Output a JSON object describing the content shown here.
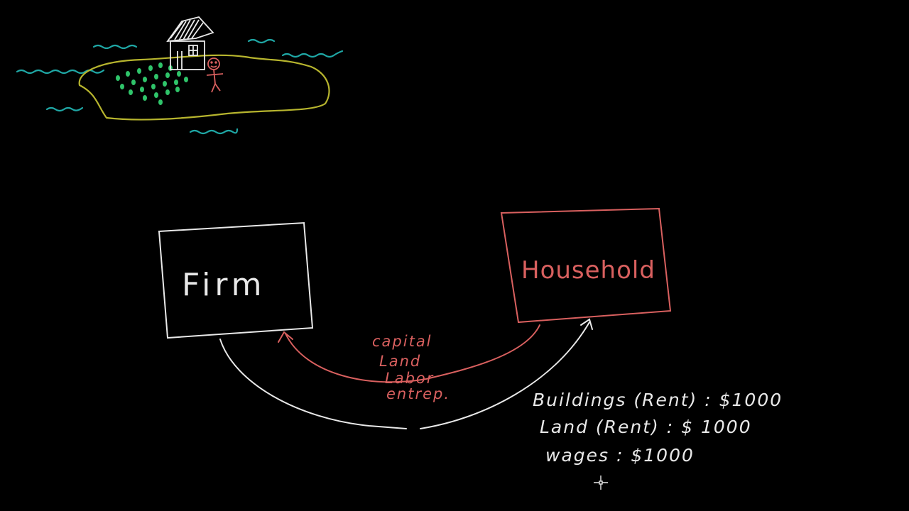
{
  "colors": {
    "background": "#000000",
    "chalk_white": "#e8e8e8",
    "chalk_red": "#d9605f",
    "island_outline": "#b7b52e",
    "water": "#1fa7a5",
    "crops": "#2fc46a"
  },
  "entities": {
    "firm": "Firm",
    "household": "Household"
  },
  "factors": [
    "capital",
    "Land",
    "Labor",
    "entrep."
  ],
  "payments": [
    "Buildings (Rent) : $1000",
    "Land (Rent) : $ 1000",
    "wages : $1000"
  ],
  "icons": {
    "cursor": "crosshair-cursor-icon",
    "house": "house-icon",
    "person": "stick-figure-icon"
  }
}
